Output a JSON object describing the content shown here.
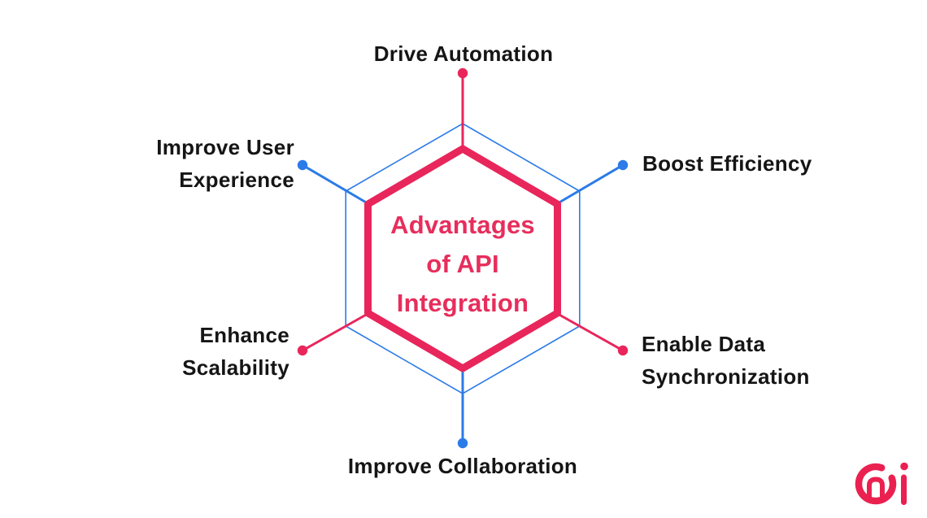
{
  "page": {
    "background_color": "#FFFFFF"
  },
  "diagram": {
    "title": "Advantages\nof API\nIntegration",
    "title_color": "#E62E5C",
    "label_color": "#151515",
    "hexagon": {
      "border_color": "#E8265B",
      "outline_color": "#2B7BE8"
    },
    "nodes": [
      {
        "id": "drive-automation",
        "label": "Drive Automation",
        "connector_color": "#E8265B"
      },
      {
        "id": "boost-efficiency",
        "label": "Boost Efficiency",
        "connector_color": "#2B7BE8"
      },
      {
        "id": "enable-data-synchronization",
        "label": "Enable Data\nSynchronization",
        "connector_color": "#E8265B"
      },
      {
        "id": "improve-collaboration",
        "label": "Improve Collaboration",
        "connector_color": "#2B7BE8"
      },
      {
        "id": "enhance-scalability",
        "label": "Enhance\nScalability",
        "connector_color": "#E8265B"
      },
      {
        "id": "improve-user-experience",
        "label": "Improve User\nExperience",
        "connector_color": "#2B7BE8"
      }
    ]
  },
  "logo": {
    "icon": "brand-mark-icon",
    "color": "#EA2150"
  }
}
